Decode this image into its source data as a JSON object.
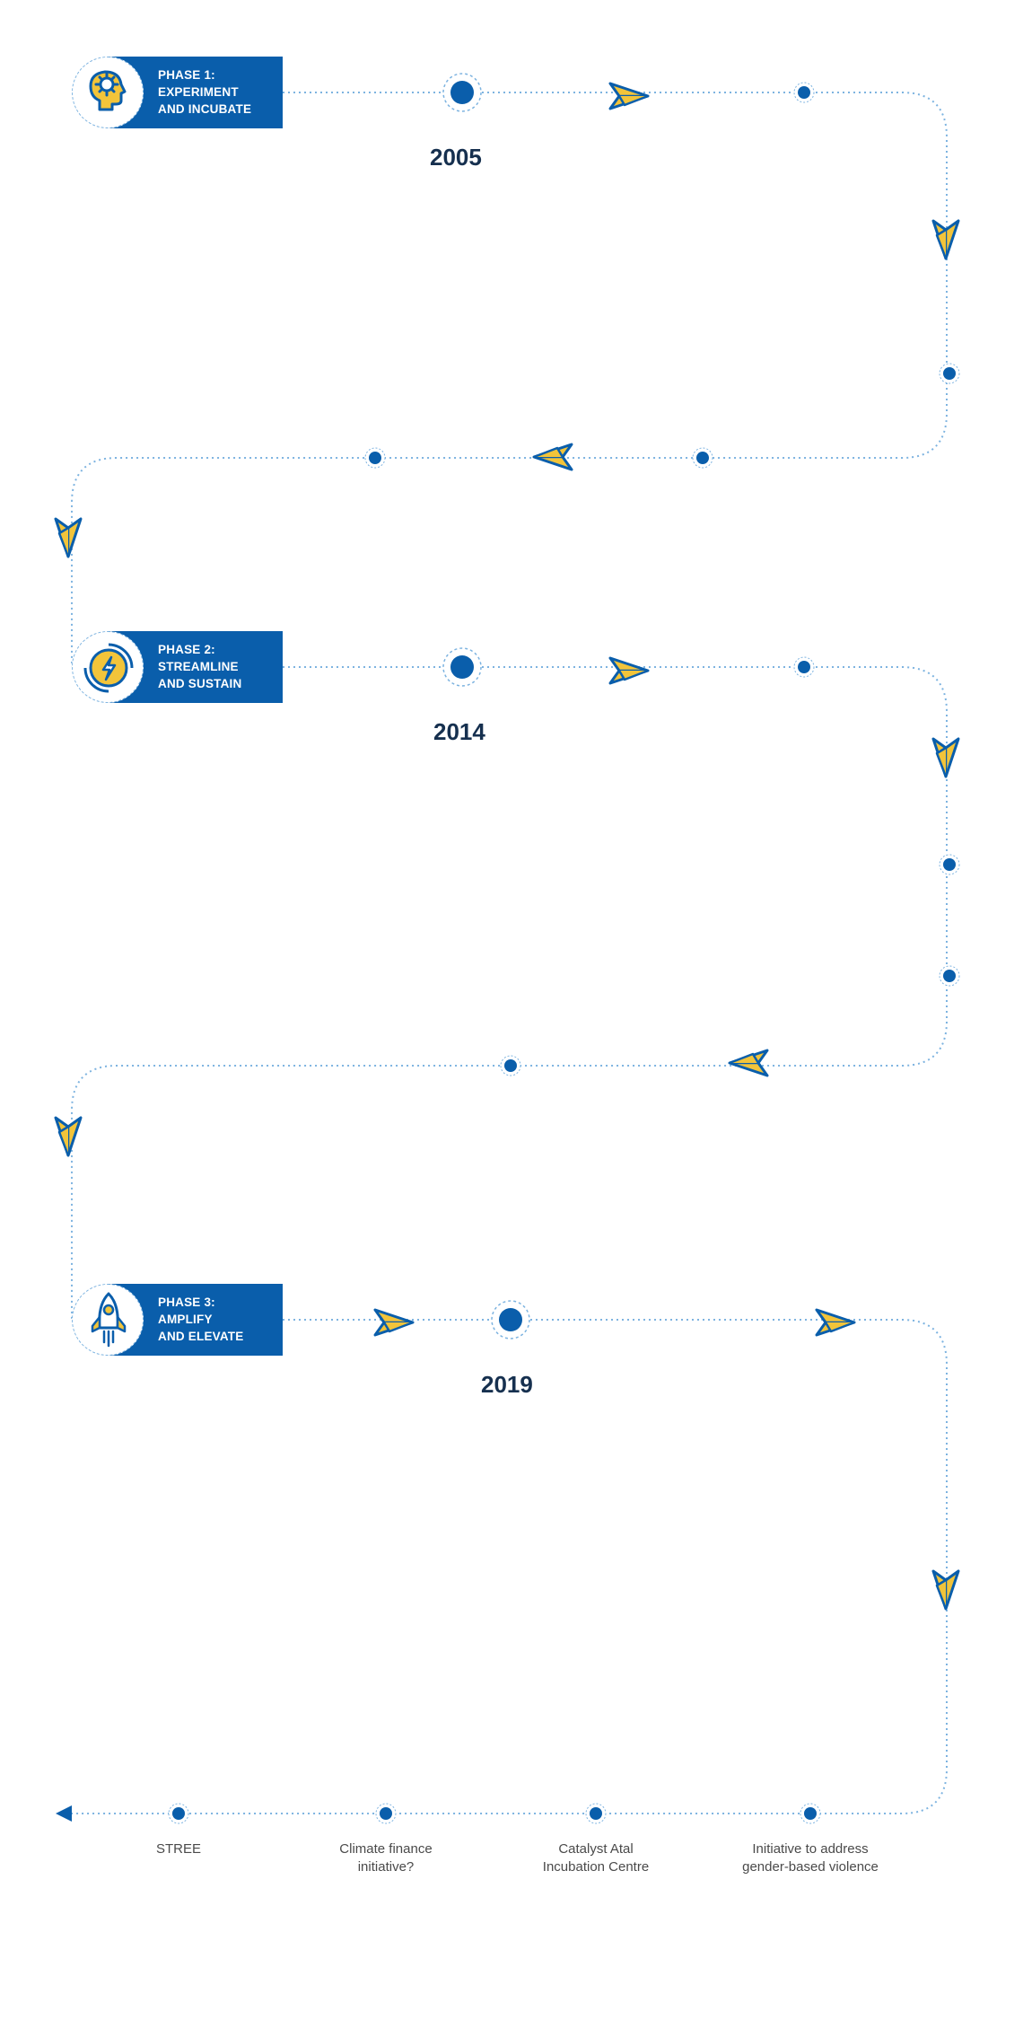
{
  "phases": [
    {
      "line1": "PHASE 1:",
      "line2": "EXPERIMENT",
      "line3": "AND INCUBATE",
      "year": "2005",
      "icon": "head-gear-icon"
    },
    {
      "line1": "PHASE 2:",
      "line2": "STREAMLINE",
      "line3": "AND SUSTAIN",
      "year": "2014",
      "icon": "lightning-cycle-icon"
    },
    {
      "line1": "PHASE 3:",
      "line2": "AMPLIFY",
      "line3": "AND ELEVATE",
      "year": "2019",
      "icon": "rocket-icon"
    }
  ],
  "milestones": [
    {
      "line1": "STREE",
      "line2": ""
    },
    {
      "line1": "Climate finance",
      "line2": "initiative?"
    },
    {
      "line1": "Catalyst Atal",
      "line2": "Incubation Centre"
    },
    {
      "line1": "Initiative to address",
      "line2": "gender-based violence"
    }
  ],
  "colors": {
    "primary": "#0a5eab",
    "accent": "#f2c43a",
    "path": "#7db3e0",
    "year": "#16304f"
  }
}
